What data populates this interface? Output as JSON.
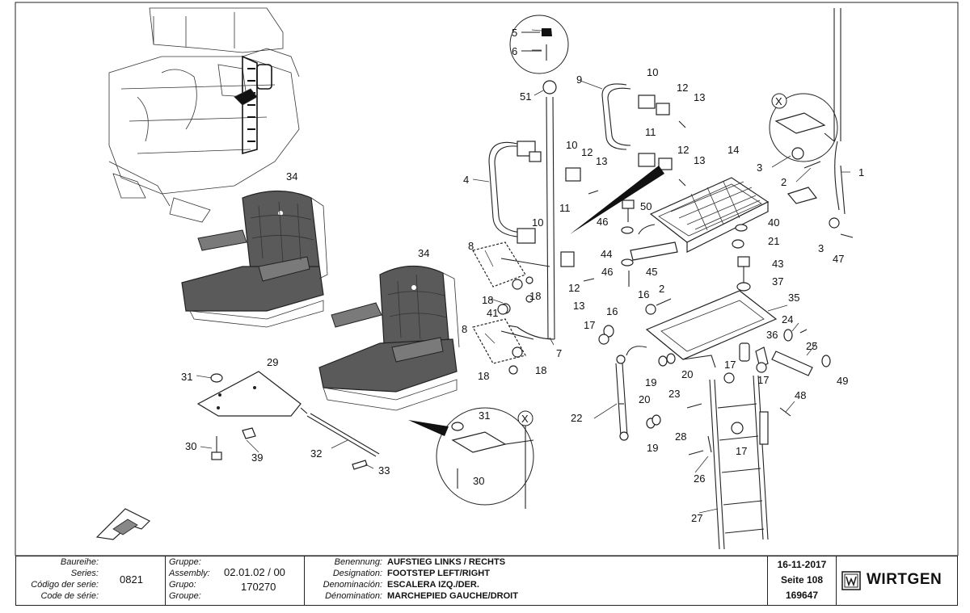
{
  "callouts": {
    "c1": "1",
    "c2a": "2",
    "c2b": "2",
    "c3a": "3",
    "c3b": "3",
    "c4": "4",
    "c5": "5",
    "c6": "6",
    "c7": "7",
    "c8a": "8",
    "c8b": "8",
    "c9": "9",
    "c10a": "10",
    "c10b": "10",
    "c10c": "10",
    "c11a": "11",
    "c11b": "11",
    "c12a": "12",
    "c12b": "12",
    "c12c": "12",
    "c12d": "12",
    "c13a": "13",
    "c13b": "13",
    "c13c": "13",
    "c13d": "13",
    "c14": "14",
    "c16a": "16",
    "c16b": "16",
    "c17a": "17",
    "c17b": "17",
    "c17c": "17",
    "c17d": "17",
    "c18a": "18",
    "c18b": "18",
    "c18c": "18",
    "c18d": "18",
    "c19a": "19",
    "c19b": "19",
    "c20a": "20",
    "c20b": "20",
    "c21": "21",
    "c22": "22",
    "c23": "23",
    "c24": "24",
    "c25": "25",
    "c26": "26",
    "c27": "27",
    "c28": "28",
    "c29": "29",
    "c30a": "30",
    "c30b": "30",
    "c31a": "31",
    "c31b": "31",
    "c32": "32",
    "c33": "33",
    "c34a": "34",
    "c34b": "34",
    "c35": "35",
    "c36": "36",
    "c37": "37",
    "c39": "39",
    "c40": "40",
    "c41": "41",
    "c43": "43",
    "c44": "44",
    "c45": "45",
    "c46a": "46",
    "c46b": "46",
    "c47": "47",
    "c48": "48",
    "c49": "49",
    "c50": "50",
    "c51": "51",
    "cXa": "X",
    "cXb": "X"
  },
  "titleblock": {
    "series_labels": [
      "Baureihe:",
      "Series:",
      "Código der serie:",
      "Code de série:"
    ],
    "series_value": "0821",
    "group_labels": [
      "Gruppe:",
      "Assembly:",
      "Grupo:",
      "Groupe:"
    ],
    "assembly_value": "02.01.02 / 00",
    "group_value": "170270",
    "designation_labels": [
      "Benennung:",
      "Designation:",
      "Denominación:",
      "Dénomination:"
    ],
    "designation_values": [
      "AUFSTIEG LINKS / RECHTS",
      "FOOTSTEP LEFT/RIGHT",
      "ESCALERA IZQ./DER.",
      "MARCHEPIED GAUCHE/DROIT"
    ],
    "date": "16-11-2017",
    "page": "Seite 108",
    "doc_number": "169647",
    "brand": "WIRTGEN",
    "brand_icon": "wirtgen-w-logo-icon"
  }
}
